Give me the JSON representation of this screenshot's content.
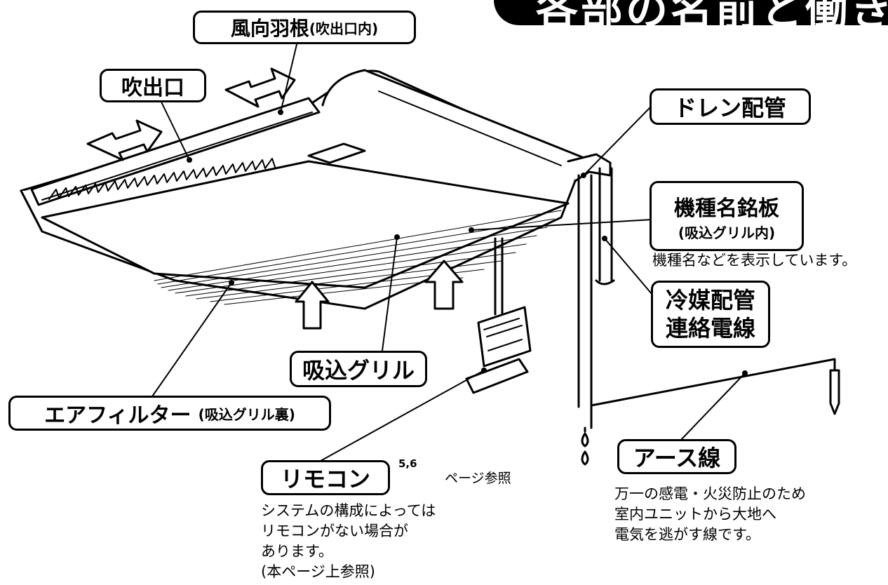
{
  "header": {
    "title": "各部の名前と働き"
  },
  "labels": {
    "fuko_hane": "風向羽根",
    "fuko_hane_sub": "(吹出口内)",
    "fukidashi": "吹出口",
    "drain": "ドレン配管",
    "meiban": "機種名銘板",
    "meiban_sub": "(吸込グリル内)",
    "meiban_note": "機種名などを表示しています。",
    "reibai_1": "冷媒配管",
    "reibai_2": "連絡電線",
    "suikomi": "吸込グリル",
    "filter": "エアフィルター",
    "filter_sub": "(吸込グリル裏)",
    "remocon": "リモコン",
    "page_ref_num": "5,6",
    "page_ref_text": "ページ参照",
    "remocon_note": [
      "システムの構成によっては",
      "リモコンがない場合が",
      "あります。",
      "(本ページ上参照)"
    ],
    "earth": "アース線",
    "earth_note": [
      "万一の感電・火災防止のため",
      "室内ユニットから大地へ",
      "電気を逃がす線です。"
    ]
  }
}
